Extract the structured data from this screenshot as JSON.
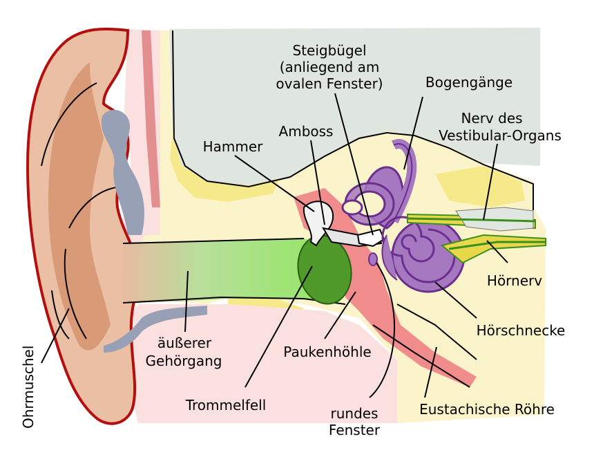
{
  "labels": {
    "steigbuegel_1": "Steigbügel",
    "steigbuegel_2": "(anliegend am",
    "steigbuegel_3": "ovalen Fenster)",
    "bogengaenge": "Bogengänge",
    "nerv_1": "Nerv des",
    "nerv_2": "Vestibular-Organs",
    "amboss": "Amboss",
    "hammer": "Hammer",
    "hoernerv": "Hörnerv",
    "hoerschnecke": "Hörschnecke",
    "gehoergang_1": "äußerer",
    "gehoergang_2": "Gehörgang",
    "paukenhoehle": "Paukenhöhle",
    "trommelfell": "Trommelfell",
    "rundes_1": "rundes",
    "rundes_2": "Fenster",
    "eustachische": "Eustachische Röhre",
    "ohrmuschel": "Ohrmuschel"
  },
  "colors": {
    "skull_gray": "#dfe6df",
    "bone_cream": "#fbf3c9",
    "bone_yellow": "#f6e98c",
    "skin": "#ebbfa3",
    "skin_dark": "#d99a78",
    "ear_outline": "#b30f0f",
    "canal_green": "#7fe05a",
    "drum_green": "#4f9a2a",
    "cartilage": "#97a0b5",
    "pink": "#fbe0e0",
    "cavity_red": "#f08c8c",
    "cochlea_purple": "#a678c0",
    "cochlea_dark": "#6b2e8e",
    "nerve_green": "#3c8f1c",
    "nerve_yellow": "#e6d84a"
  }
}
